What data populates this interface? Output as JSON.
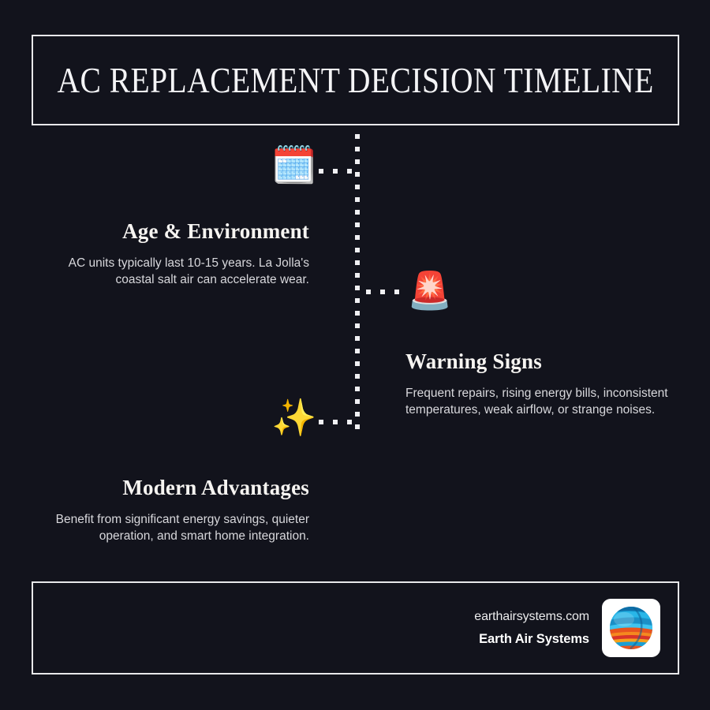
{
  "header": {
    "title": "AC REPLACEMENT DECISION TIMELINE"
  },
  "timeline": {
    "steps": [
      {
        "icon": "calendar-icon",
        "icon_glyph": "🗓️",
        "heading": "Age & Environment",
        "body": "AC units typically last 10-15 years. La Jolla's coastal salt air can accelerate wear.",
        "align": "right"
      },
      {
        "icon": "siren-icon",
        "icon_glyph": "🚨",
        "heading": "Warning Signs",
        "body": "Frequent repairs, rising energy bills, inconsistent temperatures, weak airflow, or strange noises.",
        "align": "left"
      },
      {
        "icon": "sparkles-icon",
        "icon_glyph": "✨",
        "heading": "Modern Advantages",
        "body": "Benefit from significant energy savings, quieter operation, and smart home integration.",
        "align": "right"
      }
    ]
  },
  "footer": {
    "website": "earthairsystems.com",
    "brand": "Earth Air Systems",
    "logo": "globe-logo"
  },
  "colors": {
    "background": "#12131c",
    "border": "#e8e8ea",
    "heading": "#f6f4f1",
    "body_text": "#d8d8dc",
    "dot": "#f0f0f3"
  }
}
